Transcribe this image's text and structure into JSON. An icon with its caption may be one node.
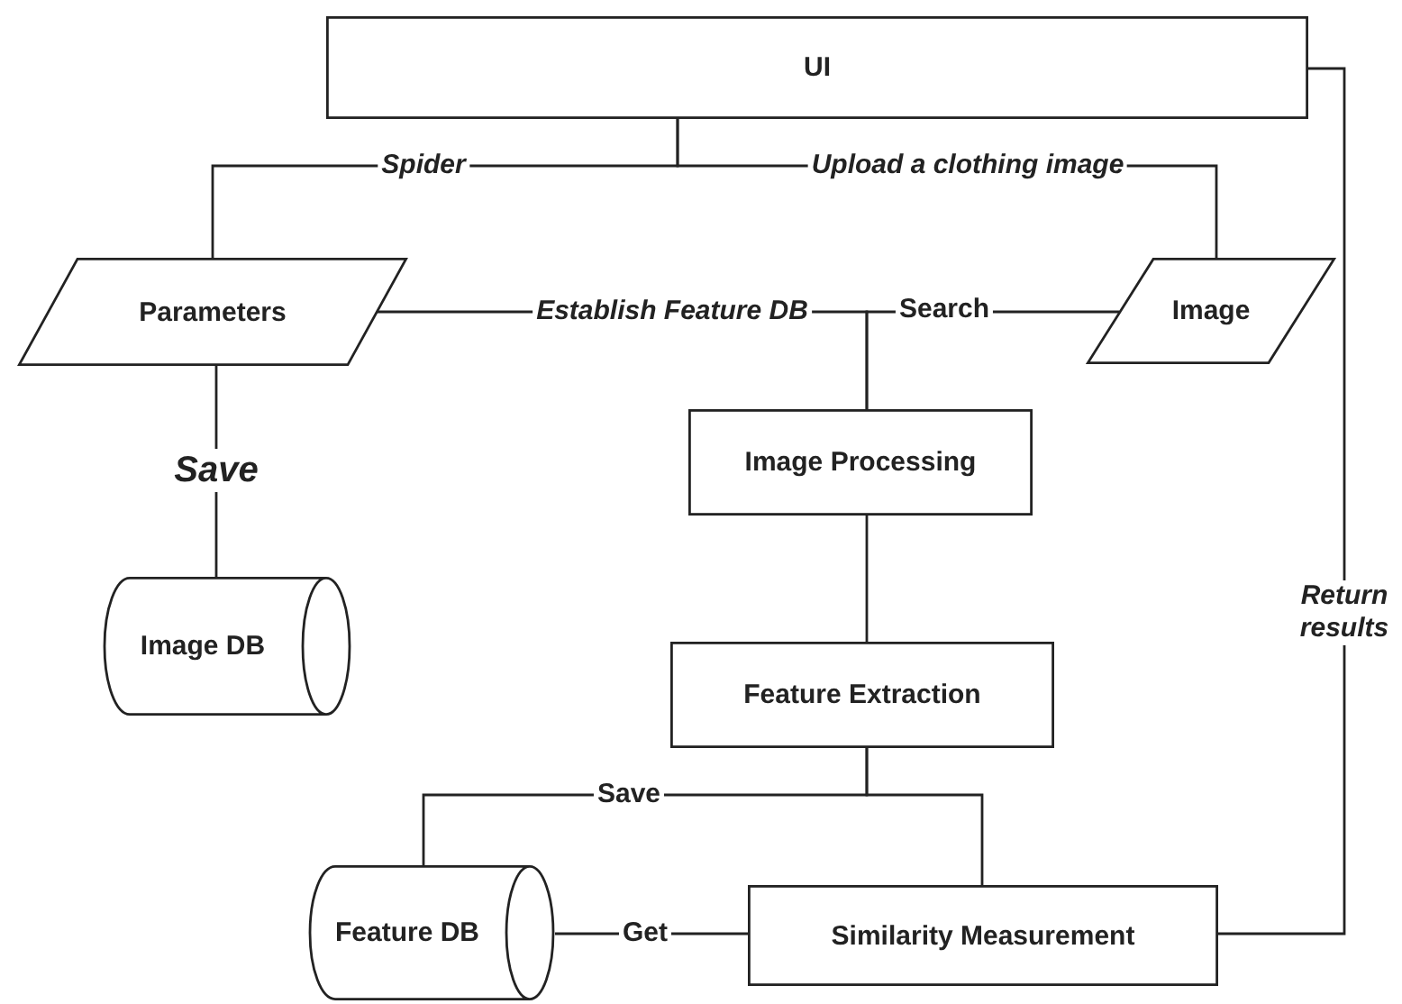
{
  "diagram": {
    "nodes": [
      {
        "text": [
          "UI"
        ]
      },
      {
        "text": [
          "Parameters"
        ]
      },
      {
        "text": [
          "Image"
        ]
      },
      {
        "text": [
          "Image DB"
        ]
      },
      {
        "text": [
          "Image Processing"
        ]
      },
      {
        "text": [
          "Feature Extraction"
        ]
      },
      {
        "text": [
          "Feature DB"
        ]
      },
      {
        "text": [
          "Similarity Measurement"
        ]
      }
    ],
    "edges": [
      {
        "from": 0,
        "to": 1,
        "arrow": "none",
        "label": "Spider"
      },
      {
        "from": 0,
        "to": 2,
        "arrow": "none",
        "label": "Upload a clothing image"
      },
      {
        "from": 1,
        "to": 4,
        "arrow": "none",
        "label": "Establish Feature DB"
      },
      {
        "from": 2,
        "to": 4,
        "arrow": "none",
        "label": "Search"
      },
      {
        "from": 1,
        "to": 3,
        "arrow": "none",
        "label": "Save"
      },
      {
        "from": 4,
        "to": 5,
        "arrow": "none"
      },
      {
        "from": 5,
        "to": 6,
        "arrow": "none",
        "label": "Save"
      },
      {
        "from": 5,
        "to": 7,
        "arrow": "none"
      },
      {
        "from": 6,
        "to": 7,
        "arrow": "none",
        "label": "Get"
      },
      {
        "from": 7,
        "to": 0,
        "arrow": "none",
        "label": "Return results"
      }
    ]
  }
}
